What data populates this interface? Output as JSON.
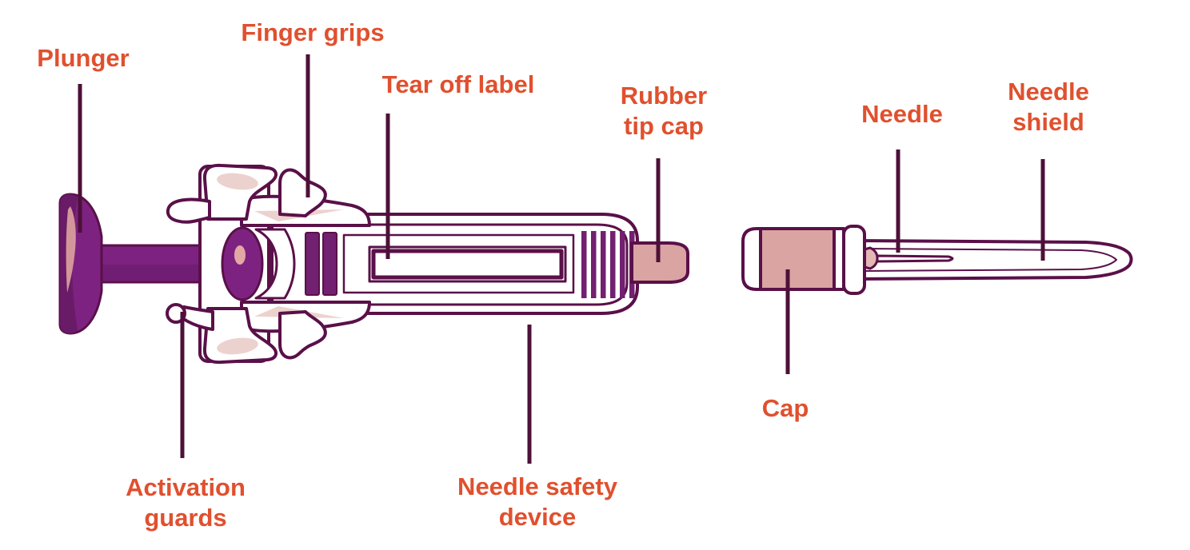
{
  "diagram": {
    "labels": {
      "plunger": {
        "text": "Plunger"
      },
      "finger_grips": {
        "text": "Finger grips"
      },
      "tear_off_label": {
        "text": "Tear off label"
      },
      "rubber_tip_cap": {
        "lines": [
          "Rubber",
          "tip cap"
        ]
      },
      "needle": {
        "text": "Needle"
      },
      "needle_shield": {
        "lines": [
          "Needle",
          "shield"
        ]
      },
      "cap": {
        "text": "Cap"
      },
      "activation_guards": {
        "lines": [
          "Activation",
          "guards"
        ]
      },
      "needle_safety_device": {
        "lines": [
          "Needle safety",
          "device"
        ]
      }
    },
    "colors": {
      "label_text": "#E0502E",
      "leader_line": "#4D1038",
      "outline": "#5A1048",
      "plastic_purple": "#7E2282",
      "plastic_purple_dark": "#701E74",
      "rib_purple": "#722070",
      "rubber_pink": "#D9A4A2",
      "shading_pink": "#ECD2CE",
      "background": "#FFFFFF"
    }
  }
}
